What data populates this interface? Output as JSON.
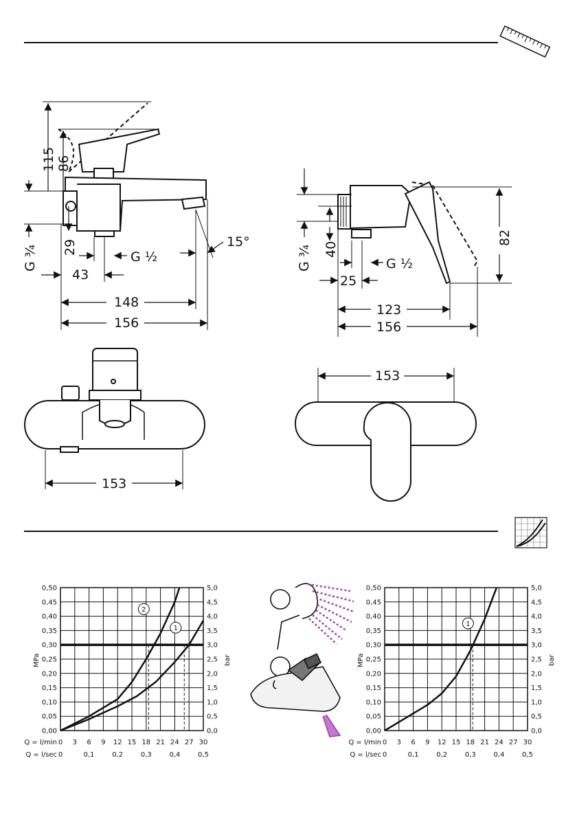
{
  "drawing": {
    "bath": {
      "h_outer": "115",
      "h_inner": "86",
      "inlet": "G ¾",
      "h_inlet": "29",
      "outlet": "G ½",
      "w_outlet": "43",
      "angle": "15°",
      "depth_inner": "148",
      "depth_outer": "156",
      "width": "153"
    },
    "shower": {
      "inlet": "G ¾",
      "h_inlet": "40",
      "outlet": "G ½",
      "w_outlet": "25",
      "height": "82",
      "depth_inner": "123",
      "depth_outer": "156",
      "width": "153"
    }
  },
  "chart_data": [
    {
      "type": "line",
      "title": "",
      "ylabel": "MPa",
      "y2label": "bar",
      "xlabel_rows": [
        "Q = l/min",
        "Q = l/sec"
      ],
      "x_min": [
        0,
        3,
        6,
        9,
        12,
        15,
        18,
        21,
        24,
        27,
        30
      ],
      "x_sec": [
        "0",
        "0,1",
        "0,2",
        "0,3",
        "0,4",
        "0,5"
      ],
      "y_left": [
        "0,00",
        "0,05",
        "0,10",
        "0,15",
        "0,20",
        "0,25",
        "0,30",
        "0,35",
        "0,40",
        "0,45",
        "0,50"
      ],
      "y_right": [
        "0,0",
        "0,5",
        "1,0",
        "1,5",
        "2,0",
        "2,5",
        "3,0",
        "3,5",
        "4,0",
        "4,5",
        "5,0"
      ],
      "xlim": [
        0,
        30
      ],
      "ylim": [
        0,
        0.5
      ],
      "reference_line": 0.3,
      "series": [
        {
          "name": "1",
          "x": [
            0,
            6,
            12,
            16,
            20,
            24,
            27,
            30
          ],
          "y": [
            0,
            0.04,
            0.085,
            0.12,
            0.17,
            0.24,
            0.3,
            0.385
          ]
        },
        {
          "name": "2",
          "x": [
            0,
            6,
            12,
            15,
            18,
            21,
            24,
            25
          ],
          "y": [
            0,
            0.05,
            0.11,
            0.17,
            0.25,
            0.34,
            0.45,
            0.5
          ]
        }
      ],
      "markers": [
        {
          "label": "1",
          "x": 24.2,
          "y": 0.36
        },
        {
          "label": "2",
          "x": 17.5,
          "y": 0.425
        }
      ],
      "operating_points": [
        {
          "x": 26,
          "y": 0.3
        },
        {
          "x": 18.5,
          "y": 0.3
        }
      ]
    },
    {
      "type": "line",
      "title": "",
      "ylabel": "MPa",
      "y2label": "bar",
      "xlabel_rows": [
        "Q = l/min",
        "Q = l/sec"
      ],
      "x_min": [
        0,
        3,
        6,
        9,
        12,
        15,
        18,
        21,
        24,
        27,
        30
      ],
      "x_sec": [
        "0",
        "0,1",
        "0,2",
        "0,3",
        "0,4",
        "0,5"
      ],
      "y_left": [
        "0,00",
        "0,05",
        "0,10",
        "0,15",
        "0,20",
        "0,25",
        "0,30",
        "0,35",
        "0,40",
        "0,45",
        "0,50"
      ],
      "y_right": [
        "0,0",
        "0,5",
        "1,0",
        "1,5",
        "2,0",
        "2,5",
        "3,0",
        "3,5",
        "4,0",
        "4,5",
        "5,0"
      ],
      "xlim": [
        0,
        30
      ],
      "ylim": [
        0,
        0.5
      ],
      "reference_line": 0.3,
      "series": [
        {
          "name": "1",
          "x": [
            0,
            5,
            9,
            12,
            15,
            18,
            21,
            23.5
          ],
          "y": [
            0,
            0.05,
            0.09,
            0.13,
            0.19,
            0.28,
            0.39,
            0.5
          ]
        }
      ],
      "markers": [
        {
          "label": "1",
          "x": 17.5,
          "y": 0.375
        }
      ],
      "operating_points": [
        {
          "x": 18.5,
          "y": 0.3
        }
      ]
    }
  ],
  "legend_icons": [
    "shower-head",
    "bath-spout"
  ],
  "colors": {
    "spray": "#a040b0",
    "line": "#111111"
  }
}
